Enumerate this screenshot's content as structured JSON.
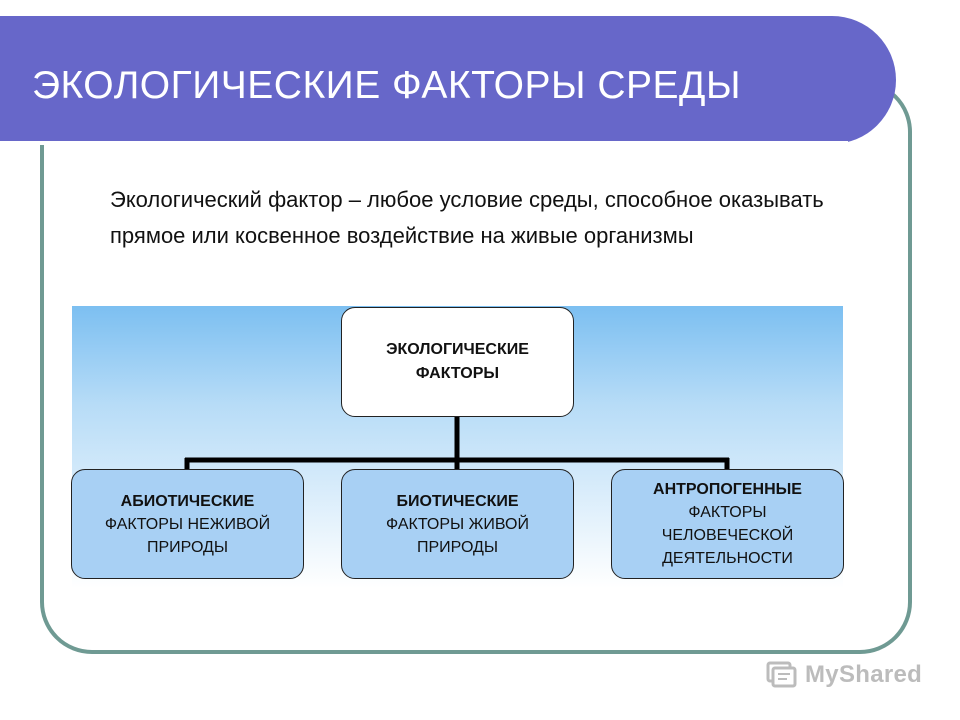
{
  "title": "ЭКОЛОГИЧЕСКИЕ ФАКТОРЫ СРЕДЫ",
  "definition": "Экологический фактор – любое условие среды, способное оказывать прямое или косвенное воздействие на живые организмы",
  "diagram": {
    "root": {
      "line1": "ЭКОЛОГИЧЕСКИЕ",
      "line2": "ФАКТОРЫ"
    },
    "children": [
      {
        "heading": "АБИОТИЧЕСКИЕ",
        "text1": "ФАКТОРЫ НЕЖИВОЙ",
        "text2": "ПРИРОДЫ"
      },
      {
        "heading": "БИОТИЧЕСКИЕ",
        "text1": "ФАКТОРЫ ЖИВОЙ",
        "text2": "ПРИРОДЫ"
      },
      {
        "heading": "АНТРОПОГЕННЫЕ",
        "text1": "ФАКТОРЫ",
        "text2": "ЧЕЛОВЕЧЕСКОЙ",
        "text3": "ДЕЯТЕЛЬНОСТИ"
      }
    ]
  },
  "watermark": "MyShared",
  "colors": {
    "title_bar": "#6767c9",
    "frame_border": "#6f9a93",
    "child_box": "#a8d0f4",
    "panel_top": "#7cbff1"
  },
  "icons": [
    "myshared-logo-icon"
  ]
}
